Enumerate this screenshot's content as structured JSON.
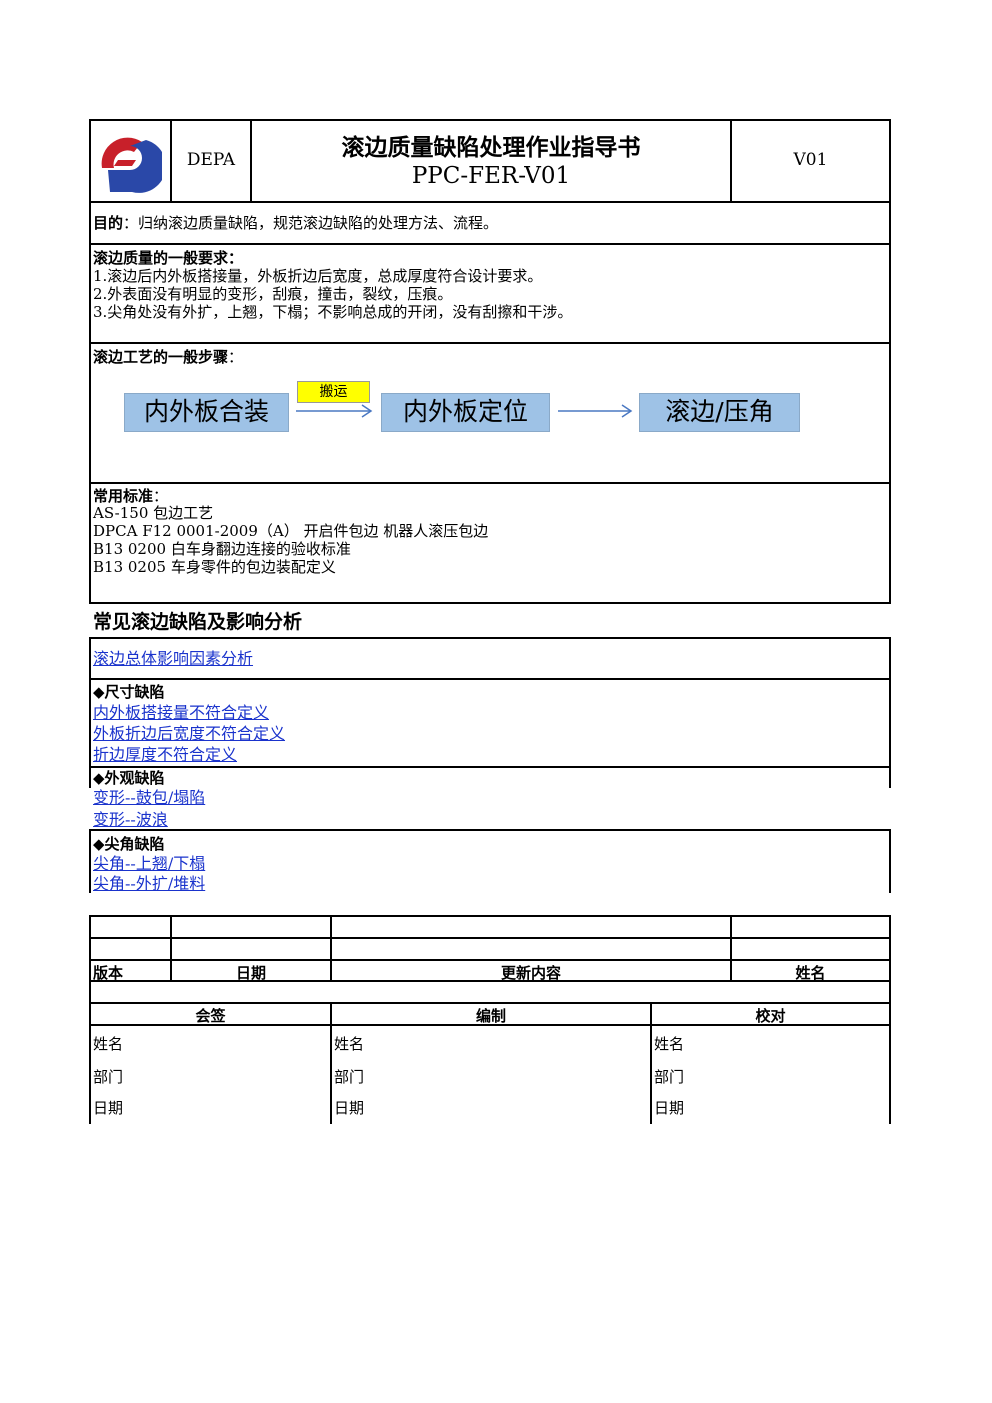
{
  "header": {
    "company": "DEPA",
    "title_line1": "滚边质量缺陷处理作业指导书",
    "title_line2": "PPC-FER-V01",
    "version": "V01"
  },
  "purpose": {
    "label": "目的",
    "text": "：归纳滚边质量缺陷，规范滚边缺陷的处理方法、流程。"
  },
  "requirements": {
    "heading": "滚边质量的一般要求：",
    "items": [
      "1.滚边后内外板搭接量，外板折边后宽度，总成厚度符合设计要求。",
      "2.外表面没有明显的变形，刮痕，撞击，裂纹，压痕。",
      "3.尖角处没有外扩，上翘，下榻；不影响总成的开闭，没有刮擦和干涉。"
    ]
  },
  "process": {
    "heading": "滚边工艺的一般步骤",
    "colon": "：",
    "steps": [
      "内外板合装",
      "内外板定位",
      "滚边/压角"
    ],
    "transport_label": "搬运"
  },
  "standards": {
    "heading": "常用标准",
    "colon": "：",
    "items": [
      "AS-150 包边工艺",
      "DPCA F12 0001-2009（A） 开启件包边 机器人滚压包边",
      "B13 0200 白车身翻边连接的验收标准",
      "B13 0205 车身零件的包边装配定义"
    ]
  },
  "analysis": {
    "section_title": "常见滚边缺陷及影响分析",
    "overall_link": "滚边总体影响因素分析",
    "groups": [
      {
        "title": "◆尺寸缺陷",
        "links": [
          "内外板搭接量不符合定义",
          "外板折边后宽度不符合定义",
          "折边厚度不符合定义"
        ]
      },
      {
        "title": "◆外观缺陷",
        "links": [
          "变形--鼓包/塌陷",
          "变形--波浪"
        ]
      },
      {
        "title": "◆尖角缺陷",
        "links": [
          "尖角--上翘/下榻",
          "尖角--外扩/堆料"
        ]
      }
    ]
  },
  "revision_table": {
    "headers": [
      "版本",
      "日期",
      "更新内容",
      "姓名"
    ]
  },
  "signoff": {
    "columns": [
      "会签",
      "编制",
      "校对"
    ],
    "fields": [
      "姓名",
      "部门",
      "日期"
    ]
  }
}
